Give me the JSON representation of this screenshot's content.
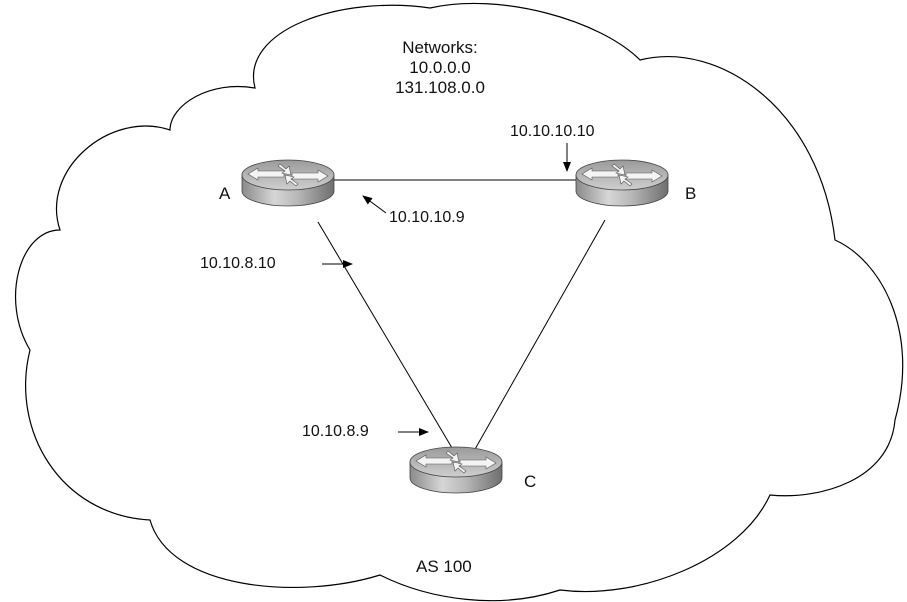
{
  "networks": {
    "heading": "Networks:",
    "list": [
      "10.0.0.0",
      "131.108.0.0"
    ]
  },
  "autonomous_system": "AS 100",
  "routers": [
    {
      "name": "A"
    },
    {
      "name": "B"
    },
    {
      "name": "C"
    }
  ],
  "interfaces": {
    "b_ab": "10.10.10.10",
    "a_ab": "10.10.10.9",
    "a_ac": "10.10.8.10",
    "c_ac": "10.10.8.9"
  },
  "links": [
    {
      "from": "A",
      "to": "B"
    },
    {
      "from": "A",
      "to": "C"
    },
    {
      "from": "B",
      "to": "C"
    }
  ]
}
